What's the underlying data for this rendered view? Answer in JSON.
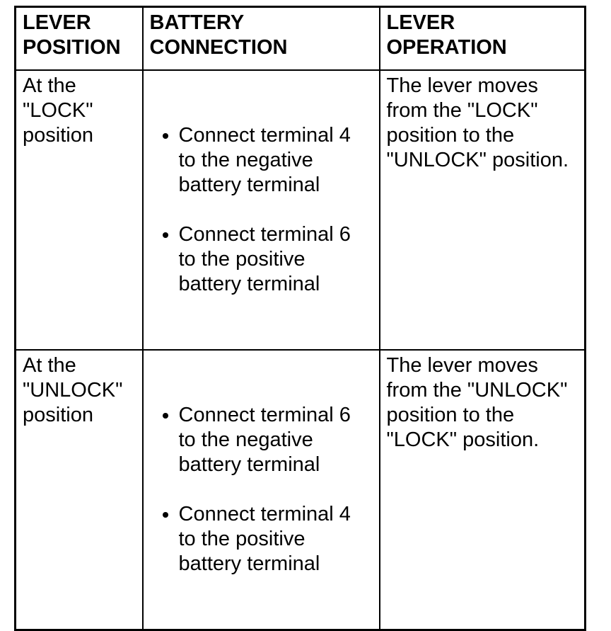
{
  "table": {
    "headers": [
      "LEVER\nPOSITION",
      "BATTERY\nCONNECTION",
      "LEVER\nOPERATION"
    ],
    "rows": [
      {
        "position": "At the\n\"LOCK\"\nposition",
        "connection": [
          "Connect terminal 4\nto the negative\nbattery terminal",
          "Connect terminal 6\nto the positive\nbattery terminal"
        ],
        "operation": "The lever moves\nfrom the \"LOCK\"\nposition to the\n\"UNLOCK\" position."
      },
      {
        "position": "At the\n\"UNLOCK\"\nposition",
        "connection": [
          "Connect terminal 6\nto the negative\nbattery terminal",
          "Connect terminal 4\nto the positive\nbattery terminal"
        ],
        "operation": "The lever moves\nfrom the \"UNLOCK\"\nposition to the\n\"LOCK\" position."
      }
    ]
  }
}
